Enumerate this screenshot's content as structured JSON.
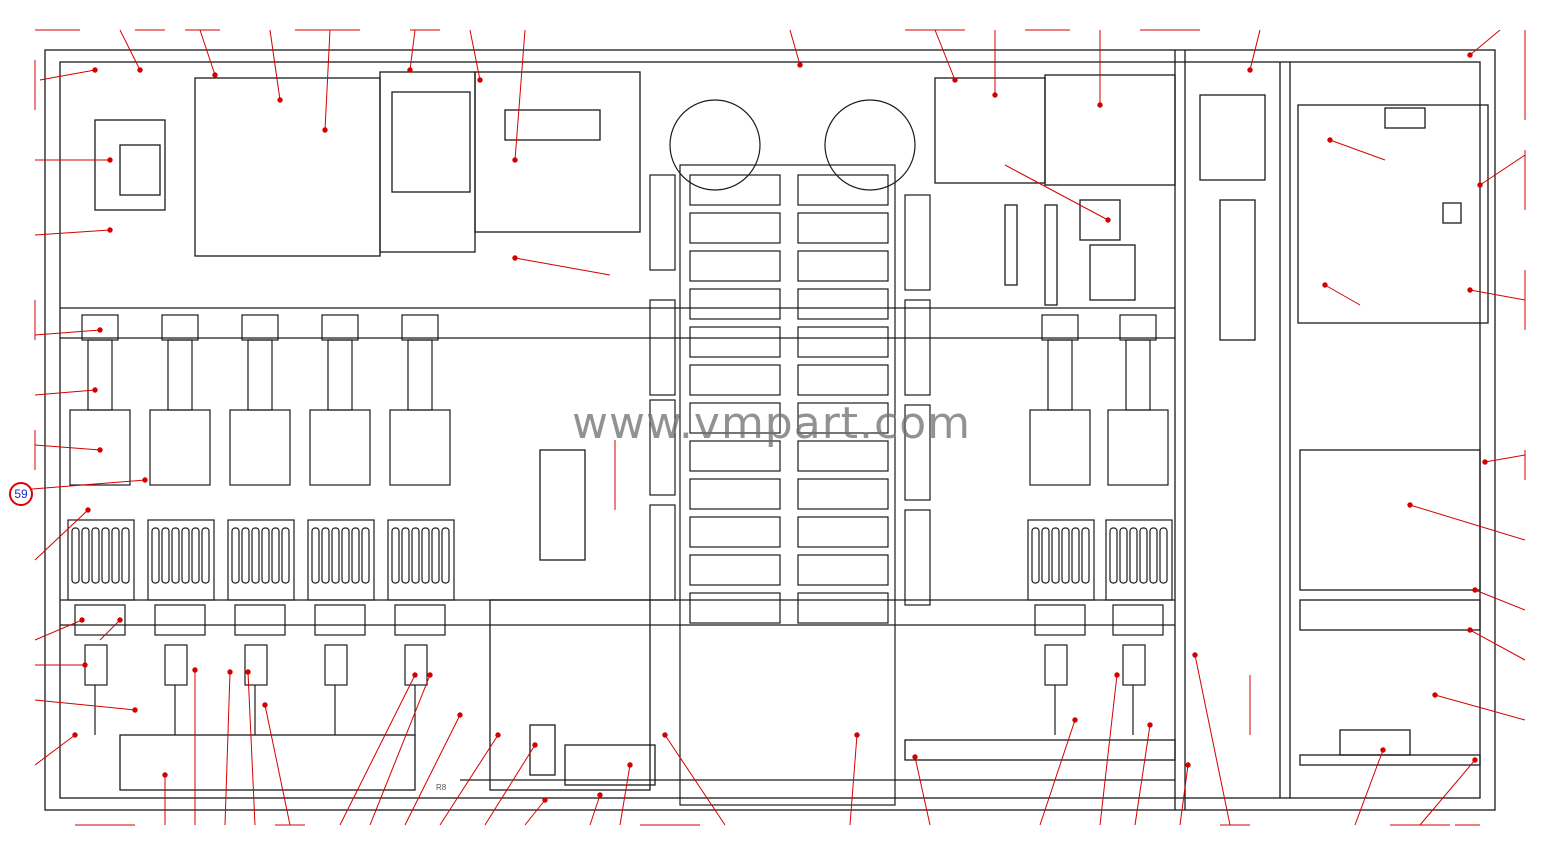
{
  "diagram": {
    "watermark": "www.vmpart.com",
    "callout_number": "59",
    "component_label": "R8",
    "colors": {
      "line": "#1a1a1a",
      "leader": "#d40000",
      "callout_text": "#1a2bd0"
    }
  }
}
